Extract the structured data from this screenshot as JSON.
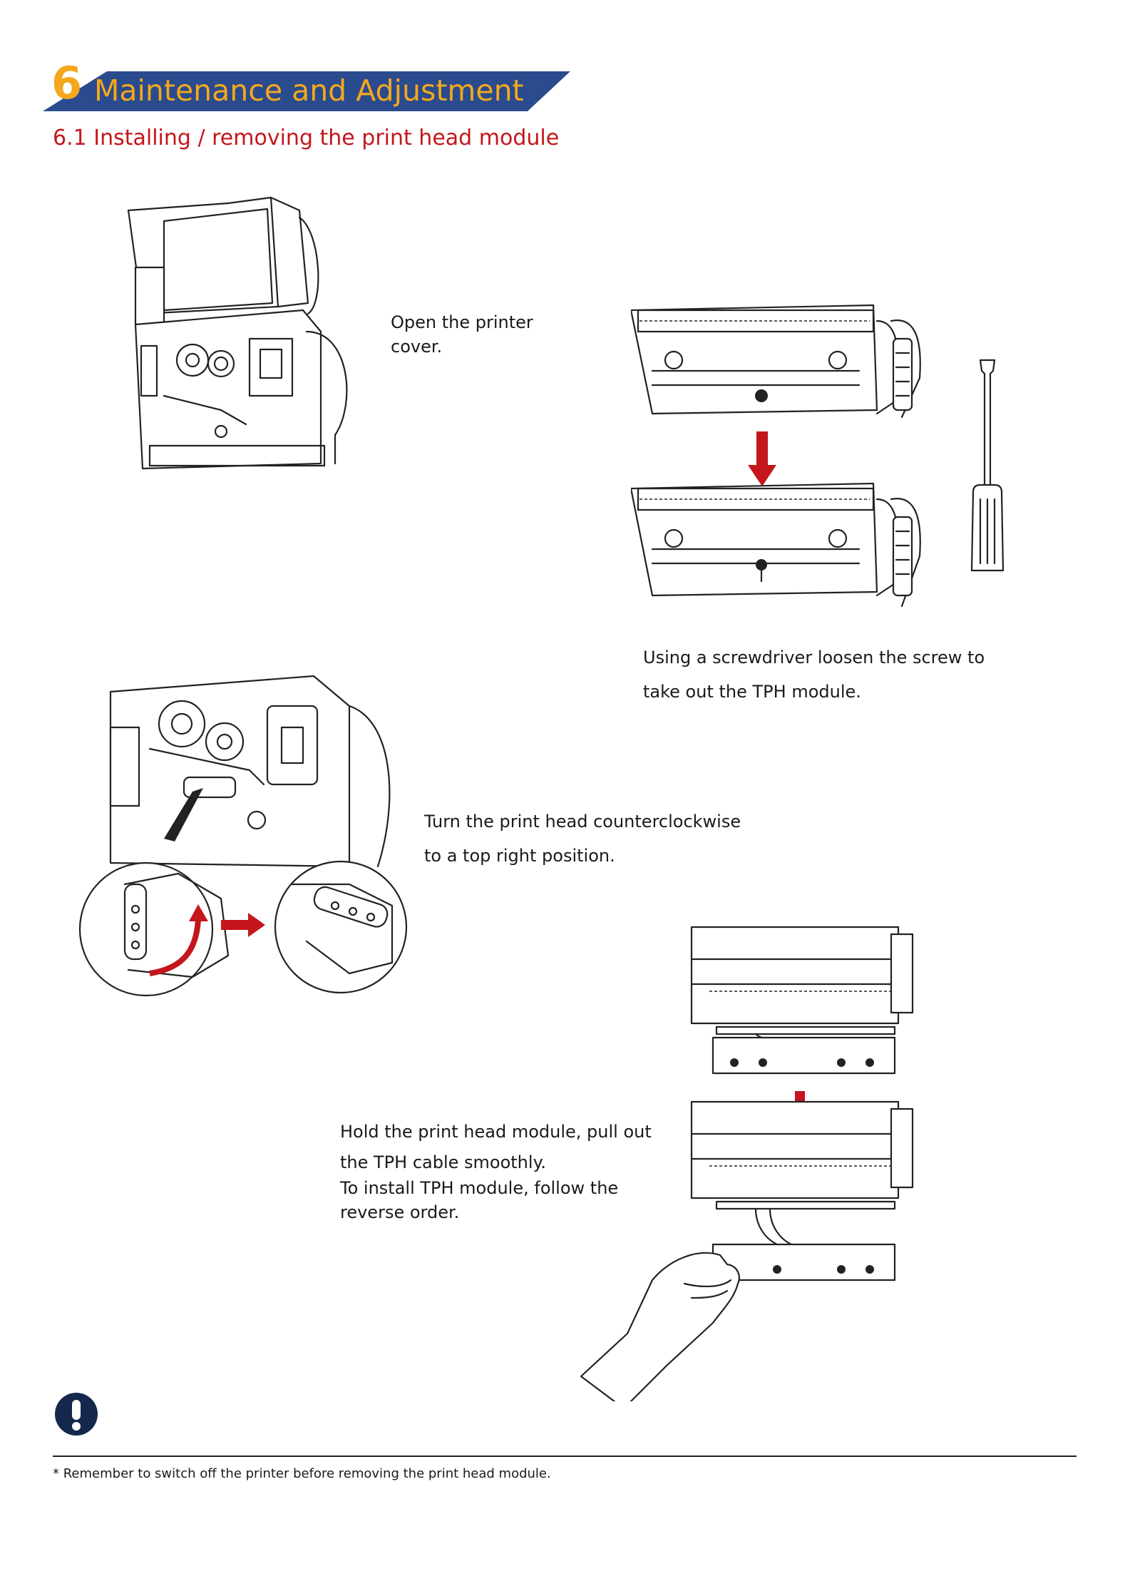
{
  "header": {
    "chapter_number": "6",
    "chapter_title": "Maintenance and Adjustment",
    "section_title": "6.1 Installing / removing the print head module"
  },
  "steps": [
    {
      "lines": [
        "Open the printer",
        "cover."
      ]
    },
    {
      "lines": [
        "Using a screwdriver loosen the screw to",
        "take out the TPH module."
      ]
    },
    {
      "lines": [
        "Turn the print head counterclockwise",
        "to a top right position."
      ]
    },
    {
      "lines": [
        "Hold the print head module, pull out",
        "the TPH cable smoothly.",
        "To install TPH module, follow the",
        "reverse order."
      ]
    }
  ],
  "note": {
    "icon": "exclamation-icon",
    "text": "* Remember to switch off the printer before removing the print head module."
  },
  "colors": {
    "banner_blue": "#2a4b8d",
    "banner_text": "#f4a81d",
    "section_red": "#c4161c",
    "arrow_red": "#c4161c",
    "icon_navy": "#14284b"
  },
  "icons": [
    "printer-open-illustration",
    "tph-module-screw-illustration",
    "screwdriver-icon",
    "printhead-rotate-illustration",
    "tph-cable-hand-illustration",
    "exclamation-icon"
  ]
}
